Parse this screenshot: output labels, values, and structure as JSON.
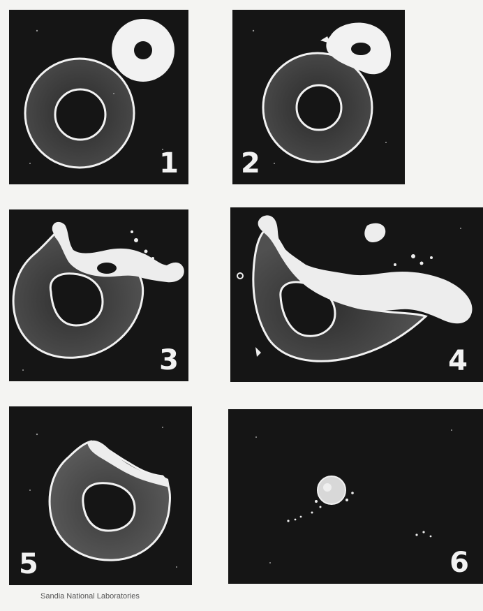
{
  "figure": {
    "frames": [
      {
        "number": "1",
        "depiction": "intact rings, projectile approaching"
      },
      {
        "number": "2",
        "depiction": "projectile touching outer ring"
      },
      {
        "number": "3",
        "depiction": "impact, ring deforming with debris plume"
      },
      {
        "number": "4",
        "depiction": "ring torn, debris cloud streaming"
      },
      {
        "number": "5",
        "depiction": "deformed ring remnant"
      },
      {
        "number": "6",
        "depiction": "small remnant with scattered particles"
      }
    ],
    "credit": "Sandia National Laboratories"
  },
  "colors": {
    "panel": "#151515",
    "outline": "#f2f2f2",
    "ring_fill": "#4a4a4a",
    "debris": "#ededed",
    "page": "#f4f4f2"
  }
}
